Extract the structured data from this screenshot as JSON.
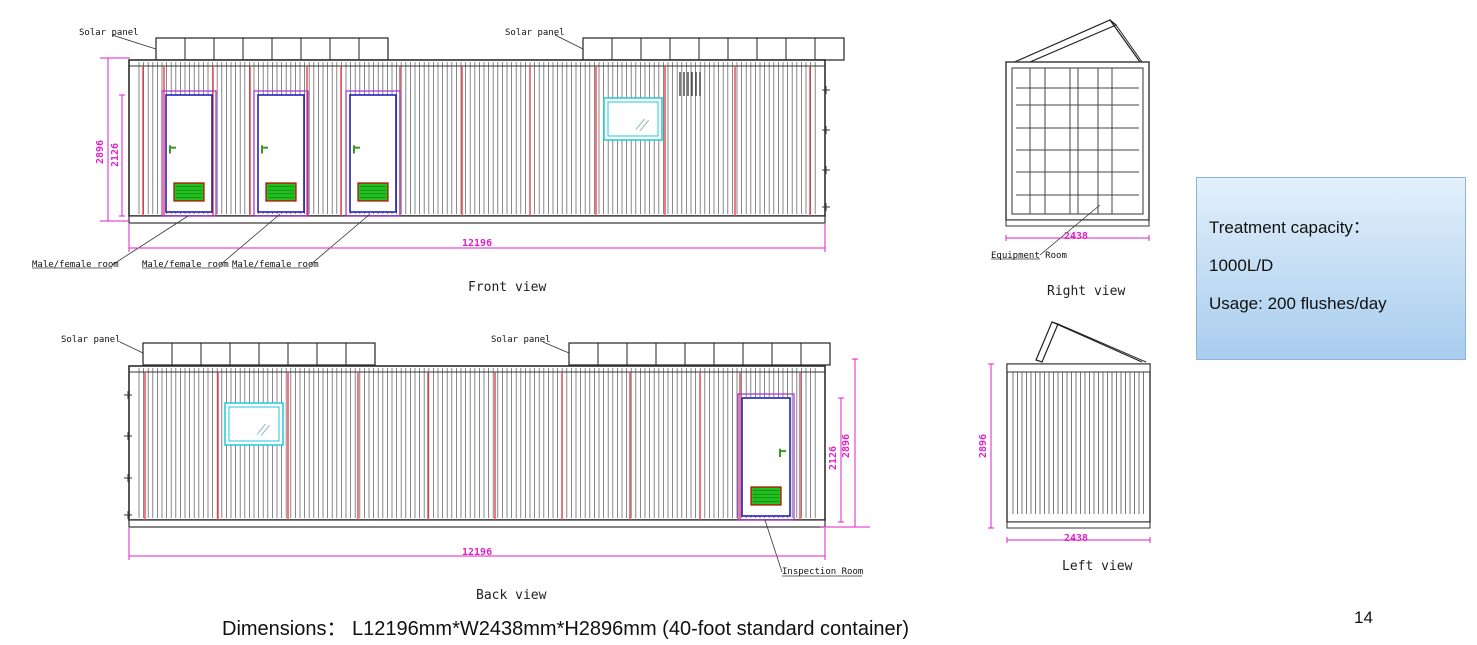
{
  "labels": {
    "solar_panel": "Solar panel",
    "male_female_room": "Male/female room",
    "equipment_room": "Equipment Room",
    "inspection_room": "Inspection Room"
  },
  "views": {
    "front": "Front view",
    "back": "Back view",
    "right": "Right view",
    "left": "Left view"
  },
  "dimensions": {
    "length": "12196",
    "width": "2438",
    "height": "2896",
    "door_height": "2126"
  },
  "info": {
    "capacity_label": "Treatment capacity：",
    "capacity_value": "1000L/D",
    "usage": "Usage: 200 flushes/day"
  },
  "caption": "Dimensions： L12196mm*W2438mm*H2896mm  (40-foot standard container)",
  "page_number": "14",
  "colors": {
    "dimension": "#e020c8",
    "frame_red": "#e8404a",
    "door_blue": "#2020c0",
    "door_purple": "#a030d0",
    "vent_green": "#20c020",
    "window_cyan": "#20c8d8"
  }
}
